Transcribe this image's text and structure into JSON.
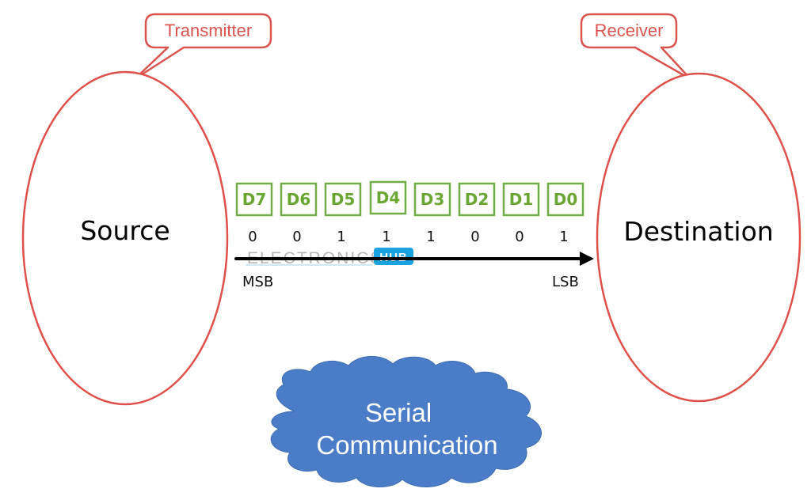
{
  "colors": {
    "callout_stroke": "#d9534f",
    "ellipse_stroke": "#e0504a",
    "bit_box_stroke": "#70ad47",
    "bit_label": "#6aa632",
    "cloud_fill": "#4a7cc7",
    "watermark_badge": "#1aa3e0",
    "arrow": "#000000"
  },
  "callouts": {
    "transmitter": "Transmitter",
    "receiver": "Receiver"
  },
  "nodes": {
    "source": "Source",
    "destination": "Destination"
  },
  "bits": [
    {
      "label": "D7",
      "value": "0"
    },
    {
      "label": "D6",
      "value": "0"
    },
    {
      "label": "D5",
      "value": "1"
    },
    {
      "label": "D4",
      "value": "1"
    },
    {
      "label": "D3",
      "value": "1"
    },
    {
      "label": "D2",
      "value": "0"
    },
    {
      "label": "D1",
      "value": "0"
    },
    {
      "label": "D0",
      "value": "1"
    }
  ],
  "arrow_labels": {
    "start": "MSB",
    "end": "LSB"
  },
  "watermark": {
    "text": "ELECTRONICS",
    "badge": "HUB"
  },
  "cloud": {
    "line1": "Serial",
    "line2": "Communication"
  }
}
